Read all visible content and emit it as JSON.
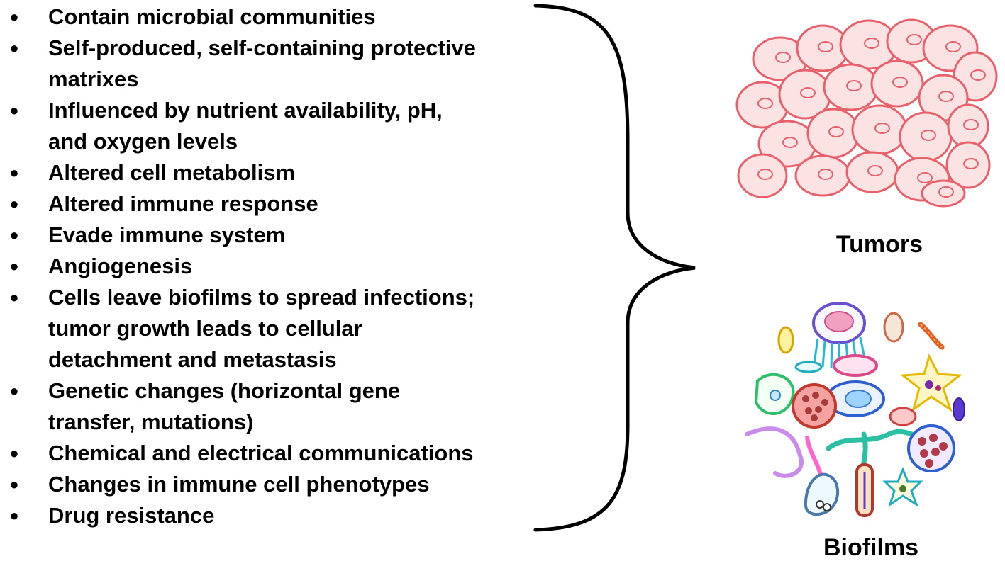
{
  "features": [
    {
      "lines": [
        "Contain microbial communities"
      ]
    },
    {
      "lines": [
        "Self-produced, self-containing protective",
        "matrixes"
      ]
    },
    {
      "lines": [
        "Influenced by nutrient availability, pH,",
        "and oxygen levels"
      ]
    },
    {
      "lines": [
        "Altered cell metabolism"
      ]
    },
    {
      "lines": [
        "Altered immune response"
      ]
    },
    {
      "lines": [
        "Evade immune system"
      ]
    },
    {
      "lines": [
        "Angiogenesis"
      ]
    },
    {
      "lines": [
        "Cells leave biofilms to spread infections;",
        "tumor growth leads to cellular",
        "detachment and metastasis"
      ]
    },
    {
      "lines": [
        "Genetic changes (horizontal gene",
        "transfer, mutations)"
      ]
    },
    {
      "lines": [
        "Chemical and electrical communications"
      ]
    },
    {
      "lines": [
        "Changes in immune cell phenotypes"
      ]
    },
    {
      "lines": [
        "Drug resistance"
      ]
    }
  ],
  "bullet_char": "●",
  "labels": {
    "tumors": "Tumors",
    "biofilms": "Biofilms"
  },
  "colors": {
    "tumor_stroke": "#e8606a",
    "tumor_fill": "#fbe3e4",
    "brace": "#000000"
  },
  "icons": {
    "tumor": "tumor-cells-illustration",
    "biofilm": "microbial-community-illustration"
  }
}
